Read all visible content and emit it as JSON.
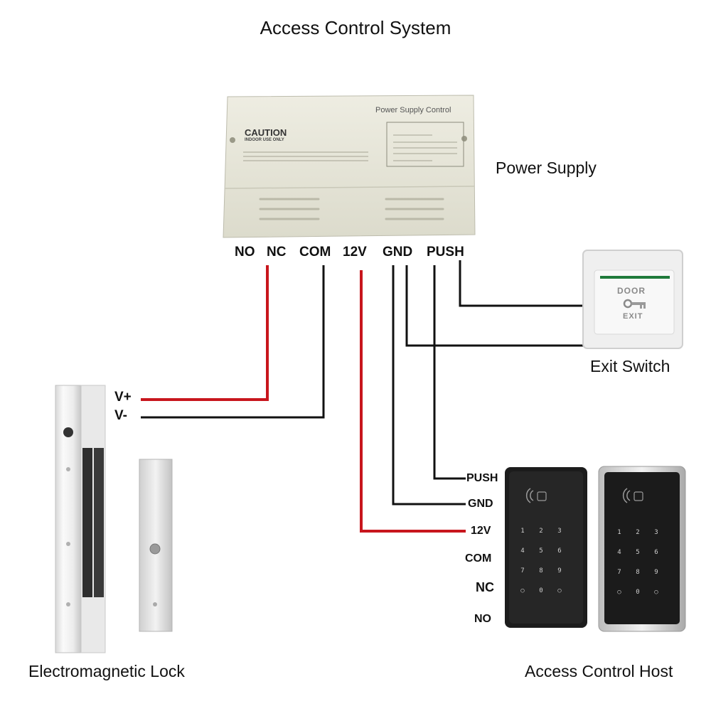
{
  "title": "Access  Control System",
  "power_supply": {
    "caption": "Power Supply",
    "device_label": "Power Supply Control",
    "caution": "CAUTION",
    "caution_sub": "INDOOR USE ONLY",
    "terminals": [
      "NO",
      "NC",
      "COM",
      "12V",
      "GND",
      "PUSH"
    ]
  },
  "exit_switch": {
    "caption": "Exit  Switch",
    "face_top": "DOOR",
    "face_bottom": "EXIT"
  },
  "lock": {
    "caption": "Electromagnetic  Lock",
    "terminals": [
      "V+",
      "V-"
    ]
  },
  "host": {
    "caption": "Access Control Host",
    "terminals": [
      "PUSH",
      "GND",
      "12V",
      "COM",
      "NC",
      "NO"
    ],
    "keys": [
      "1",
      "2",
      "3",
      "4",
      "5",
      "6",
      "7",
      "8",
      "9",
      "○",
      "0",
      "○"
    ]
  },
  "colors": {
    "positive_wire": "#c8161d",
    "negative_wire": "#111111",
    "psu_body": "#e9e8da"
  }
}
